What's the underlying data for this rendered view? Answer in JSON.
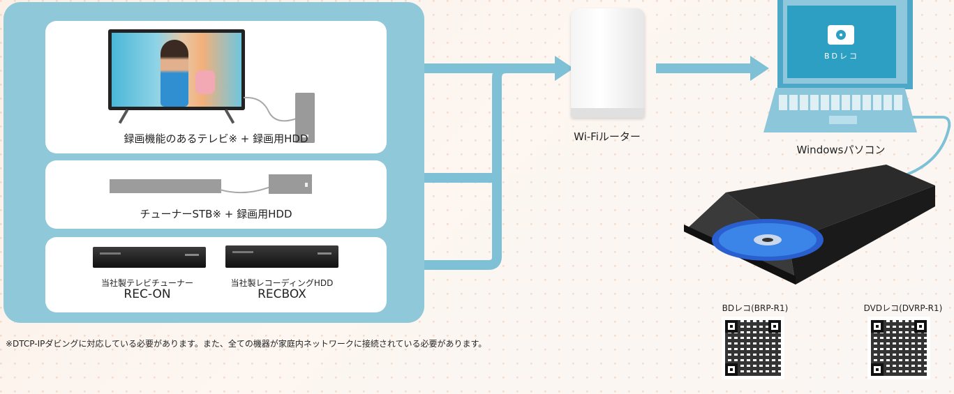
{
  "sources": {
    "card1_caption": "録画機能のあるテレビ※ + 録画用HDD",
    "card2_caption": "チューナーSTB※ + 録画用HDD",
    "recon_caption_small": "当社製テレビチューナー",
    "recon_caption_large": "REC-ON",
    "recbox_caption_small": "当社製レコーディングHDD",
    "recbox_caption_large": "RECBOX"
  },
  "router": {
    "label": "Wi-Fiルーター"
  },
  "pc": {
    "label": "Windowsパソコン",
    "app_name": "BDレコ"
  },
  "footnote": "※DTCP-IPダビングに対応している必要があります。また、全ての機器が家庭内ネットワークに接続されている必要があります。",
  "qr_codes": [
    {
      "label": "BDレコ(BRP-R1)"
    },
    {
      "label": "DVDレコ(DVRP-R1)"
    }
  ],
  "colors": {
    "panel": "#8ec8d9",
    "connector": "#7ec1d6",
    "screen": "#2d9fc2"
  }
}
